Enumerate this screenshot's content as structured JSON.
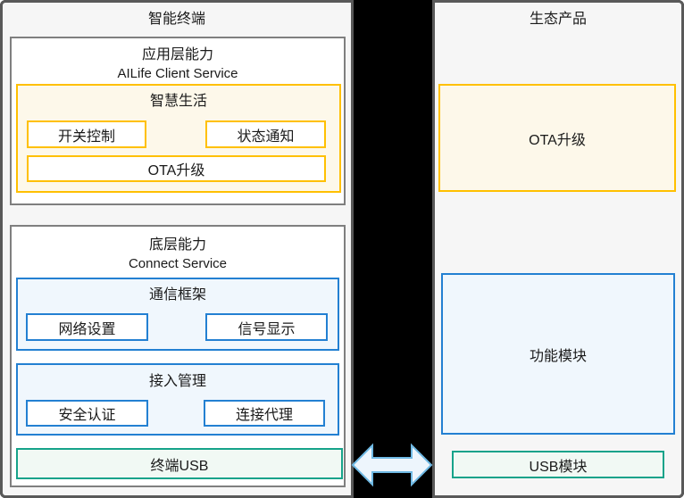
{
  "colors": {
    "gold_border": "#FFC000",
    "cream_fill": "#FDF8EA",
    "blue_border": "#2380D2",
    "blue_fill": "#F0F7FD",
    "green_border": "#16A38A",
    "green_fill": "#F1F9F4",
    "panel_fill": "#F6F6F6",
    "panel_border": "#595959",
    "inner_box_border": "#7F7F7F",
    "divider_background": "#000000",
    "arrow_fill": "#EDF5FC",
    "arrow_stroke": "#6FB9E4"
  },
  "left_panel": {
    "title": "智能终端",
    "app_layer": {
      "title": "应用层能力",
      "subtitle": "AILife Client Service",
      "smart_life": {
        "title": "智慧生活",
        "items": [
          "开关控制",
          "状态通知"
        ],
        "wide_item": "OTA升级"
      }
    },
    "base_layer": {
      "title": "底层能力",
      "subtitle": "Connect Service",
      "comm_framework": {
        "title": "通信框架",
        "items": [
          "网络设置",
          "信号显示"
        ]
      },
      "access_mgmt": {
        "title": "接入管理",
        "items": [
          "安全认证",
          "连接代理"
        ]
      },
      "usb_label": "终端USB"
    }
  },
  "right_panel": {
    "title": "生态产品",
    "ota_label": "OTA升级",
    "module_label": "功能模块",
    "usb_label": "USB模块"
  },
  "icons": {
    "bidirectional_arrow": "double-headed horizontal arrow linking terminal USB and USB module"
  }
}
